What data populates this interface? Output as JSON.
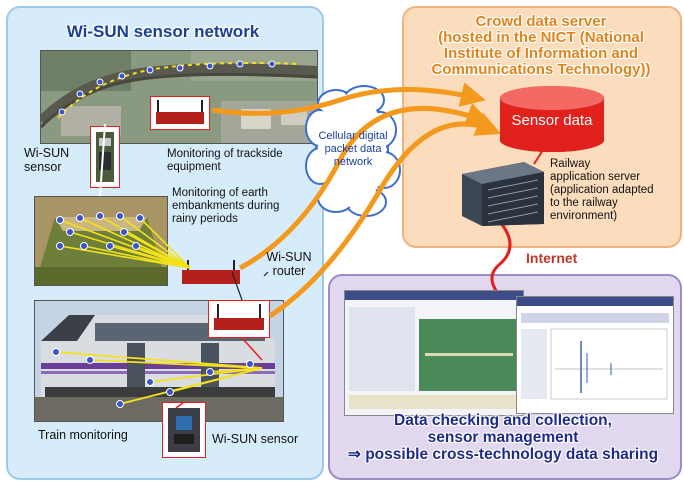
{
  "sensor_network": {
    "title": "Wi-SUN sensor network",
    "labels": {
      "wisun_sensor_top": "Wi-SUN\nsensor",
      "trackside": "Monitoring of trackside\nequipment",
      "embankment": "Monitoring of earth\nembankments during\nrainy periods",
      "router": "Wi-SUN\nrouter",
      "train_monitoring": "Train monitoring",
      "wisun_sensor_bottom": "Wi-SUN sensor"
    }
  },
  "cloud": {
    "label": "Cellular digital\npacket data\nnetwork"
  },
  "server": {
    "title": "Crowd data server\n(hosted in the NICT (National\nInstitute of Information and\nCommunications Technology))",
    "database_label": "Sensor data",
    "app_server_label": "Railway\napplication server\n(application adapted\nto the railway\nenvironment)"
  },
  "internet_label": "Internet",
  "data_panel": {
    "caption": "Data checking and collection,\nsensor management\n⇒ possible cross-technology data sharing"
  },
  "colors": {
    "left_panel_bg": "#d7ecfa",
    "server_panel_bg": "#fbdcbd",
    "data_panel_bg": "#e1d8ef",
    "database_red": "#e2211c",
    "link_orange": "#f39a1e",
    "sensor_link_yellow": "#f3e21a",
    "internet_red": "#c0392b"
  }
}
